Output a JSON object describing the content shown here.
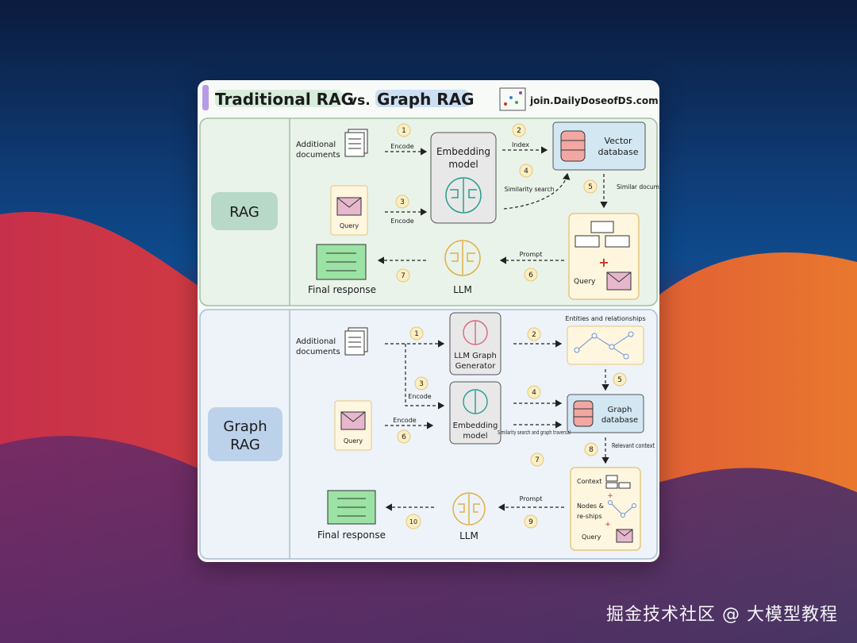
{
  "header": {
    "title_left": "Traditional RAG",
    "title_vs": "vs.",
    "title_right": "Graph RAG",
    "site": "join.DailyDoseofDS.com"
  },
  "rag": {
    "section_label": "RAG",
    "additional_documents": [
      "Additional",
      "documents"
    ],
    "query": "Query",
    "embedding_model": [
      "Embedding",
      "model"
    ],
    "vector_database": [
      "Vector",
      "database"
    ],
    "llm": "LLM",
    "final_response": "Final response",
    "context_query": "Query",
    "steps": [
      {
        "num": "1",
        "label": "Encode"
      },
      {
        "num": "2",
        "label": "Index"
      },
      {
        "num": "3",
        "label": "Encode"
      },
      {
        "num": "4",
        "label": "Similarity search"
      },
      {
        "num": "5",
        "label": "Similar documents"
      },
      {
        "num": "6",
        "label": "Prompt"
      },
      {
        "num": "7",
        "label": ""
      }
    ]
  },
  "graph": {
    "section_label": [
      "Graph",
      "RAG"
    ],
    "additional_documents": [
      "Additional",
      "documents"
    ],
    "query": "Query",
    "llm_graph_generator": [
      "LLM Graph",
      "Generator"
    ],
    "embedding_model": [
      "Embedding",
      "model"
    ],
    "entities_label": "Entities and relationships",
    "graph_database": [
      "Graph",
      "database"
    ],
    "context_box": {
      "context": "Context",
      "nodes": [
        "Nodes &",
        "re-ships"
      ],
      "query": "Query"
    },
    "llm": "LLM",
    "final_response": "Final response",
    "steps": [
      {
        "num": "1",
        "label": ""
      },
      {
        "num": "2",
        "label": ""
      },
      {
        "num": "3",
        "label": "Encode"
      },
      {
        "num": "4",
        "label": ""
      },
      {
        "num": "5",
        "label": ""
      },
      {
        "num": "6",
        "label": "Encode"
      },
      {
        "num": "7",
        "label": "Similarity search and graph traversal"
      },
      {
        "num": "8",
        "label": "Relevant context"
      },
      {
        "num": "9",
        "label": "Prompt"
      },
      {
        "num": "10",
        "label": ""
      }
    ]
  },
  "watermark": "掘金技术社区 @ 大模型教程"
}
